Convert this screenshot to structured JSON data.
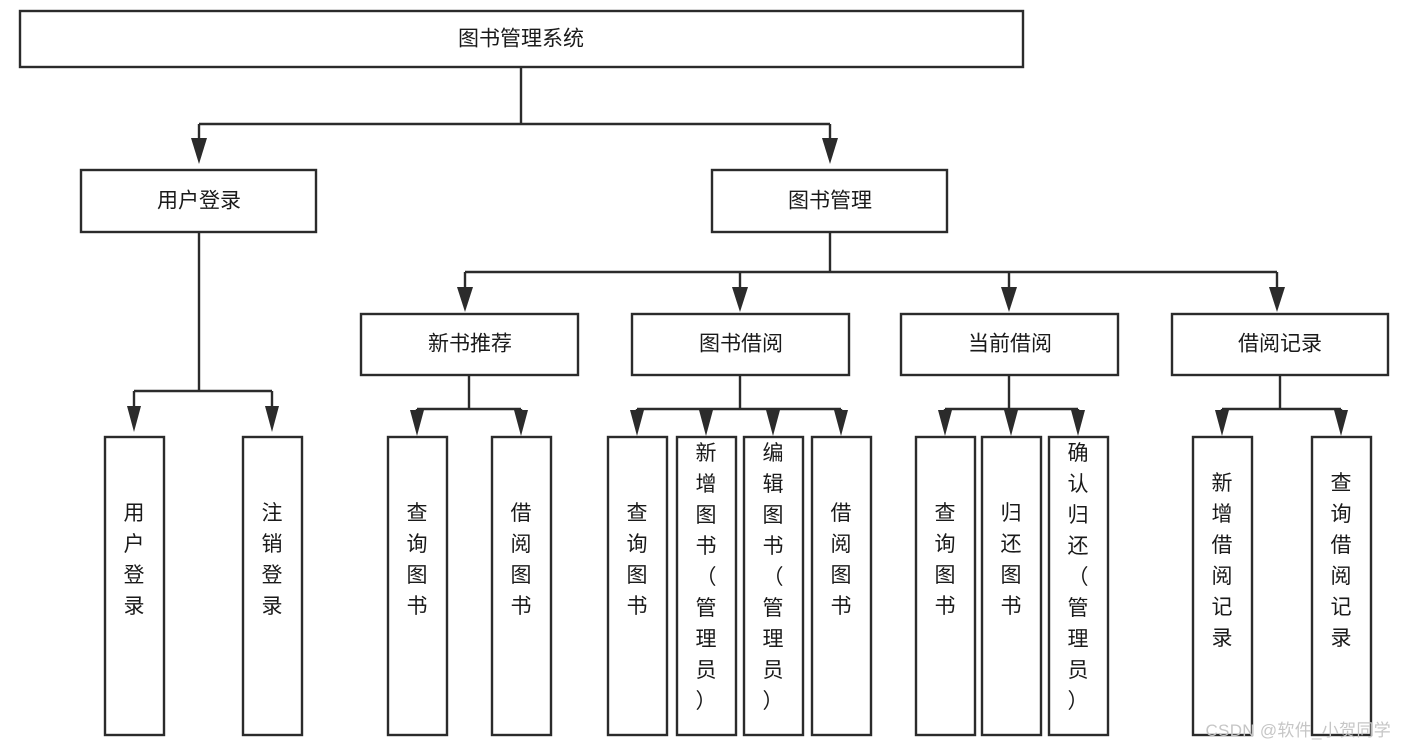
{
  "diagram": {
    "type": "tree-hierarchy-chart",
    "title": "图书管理系统",
    "orientation": "top-down",
    "colors": {
      "box_stroke": "#2b2b2b",
      "box_fill": "#ffffff",
      "connector": "#2b2b2b",
      "text": "#1a1a1a",
      "watermark": "#c6c6c6",
      "background": "#ffffff"
    },
    "nodes": {
      "root": {
        "label": "图书管理系统"
      },
      "level2": [
        {
          "id": "user-login",
          "label": "用户登录"
        },
        {
          "id": "book-management",
          "label": "图书管理"
        }
      ],
      "level3": [
        {
          "id": "new-book-recommend",
          "label": "新书推荐"
        },
        {
          "id": "book-borrow",
          "label": "图书借阅"
        },
        {
          "id": "current-borrow",
          "label": "当前借阅"
        },
        {
          "id": "borrow-record",
          "label": "借阅记录"
        }
      ],
      "leaves": {
        "user-login": [
          {
            "id": "user-login-leaf",
            "label": "用户登录"
          },
          {
            "id": "user-logout-leaf",
            "label": "注销登录"
          }
        ],
        "new-book-recommend": [
          {
            "id": "query-book-1",
            "label": "查询图书"
          },
          {
            "id": "borrow-book-1",
            "label": "借阅图书"
          }
        ],
        "book-borrow": [
          {
            "id": "query-book-2",
            "label": "查询图书"
          },
          {
            "id": "add-book",
            "label": "新增图书（管理员）"
          },
          {
            "id": "edit-book",
            "label": "编辑图书（管理员）"
          },
          {
            "id": "borrow-book-2",
            "label": "借阅图书"
          }
        ],
        "current-borrow": [
          {
            "id": "query-book-3",
            "label": "查询图书"
          },
          {
            "id": "return-book",
            "label": "归还图书"
          },
          {
            "id": "confirm-return",
            "label": "确认归还（管理员）"
          }
        ],
        "borrow-record": [
          {
            "id": "add-borrow-record",
            "label": "新增借阅记录"
          },
          {
            "id": "query-borrow-record",
            "label": "查询借阅记录"
          }
        ]
      }
    }
  },
  "watermark": {
    "text": "CSDN @软件_小贺同学"
  }
}
